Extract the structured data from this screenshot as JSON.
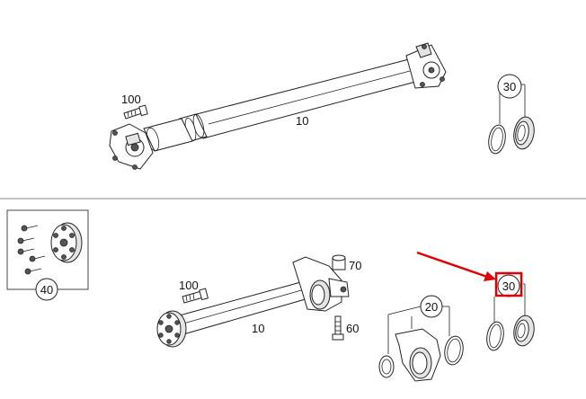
{
  "upper_assembly": {
    "shaft_label": "10",
    "bolt_label": "100",
    "seal_kit_label": "30"
  },
  "lower_assembly": {
    "shaft_label": "10",
    "bolt_label": "100",
    "bearing_label": "70",
    "bearing_bolt_label": "60",
    "bracket_kit_label": "20",
    "seal_kit_label": "30",
    "flex_disc_kit_label": "40"
  },
  "colors": {
    "highlight": "#e00000",
    "line": "#222222",
    "divider": "#888888"
  }
}
